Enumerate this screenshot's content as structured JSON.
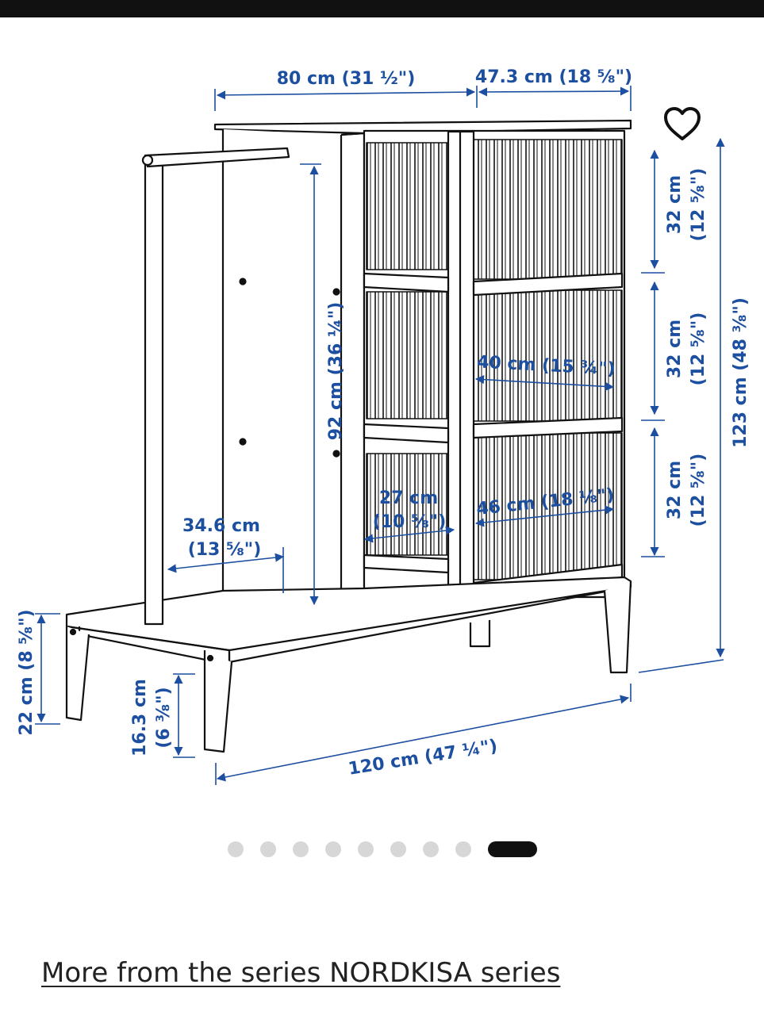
{
  "dimensions": {
    "width_80": "80 cm (31 ½\")",
    "depth_47": "47.3 cm (18 ⅝\")",
    "shelf_top": [
      "32 cm",
      "(12 ⅝\")"
    ],
    "shelf_mid": [
      "32 cm",
      "(12 ⅝\")"
    ],
    "shelf_bottom": [
      "32 cm",
      "(12 ⅝\")"
    ],
    "height_123": "123 cm (48 ⅜\")",
    "height_92": "92 cm (36 ¼\")",
    "inner_40": "40 cm (15 ¾\")",
    "inner_46": "46 cm (18 ⅛\")",
    "inner_27": [
      "27 cm",
      "(10 ⅝\")"
    ],
    "depth_34": [
      "34.6 cm",
      "(13 ⅝\")"
    ],
    "leg_22": "22 cm (8 ⅝\")",
    "leg_16": [
      "16.3 cm",
      "(6 ⅜\")"
    ],
    "width_120": "120 cm (47 ¼\")"
  },
  "carousel": {
    "count": 9,
    "active_index": 8
  },
  "series_link": "More from the series NORDKISA series",
  "colors": {
    "dimension": "#1d4fa0",
    "line": "#111111",
    "dot_inactive": "#d7d7d7",
    "dot_active": "#111111"
  },
  "icons": {
    "favorite": "heart-outline-icon"
  }
}
